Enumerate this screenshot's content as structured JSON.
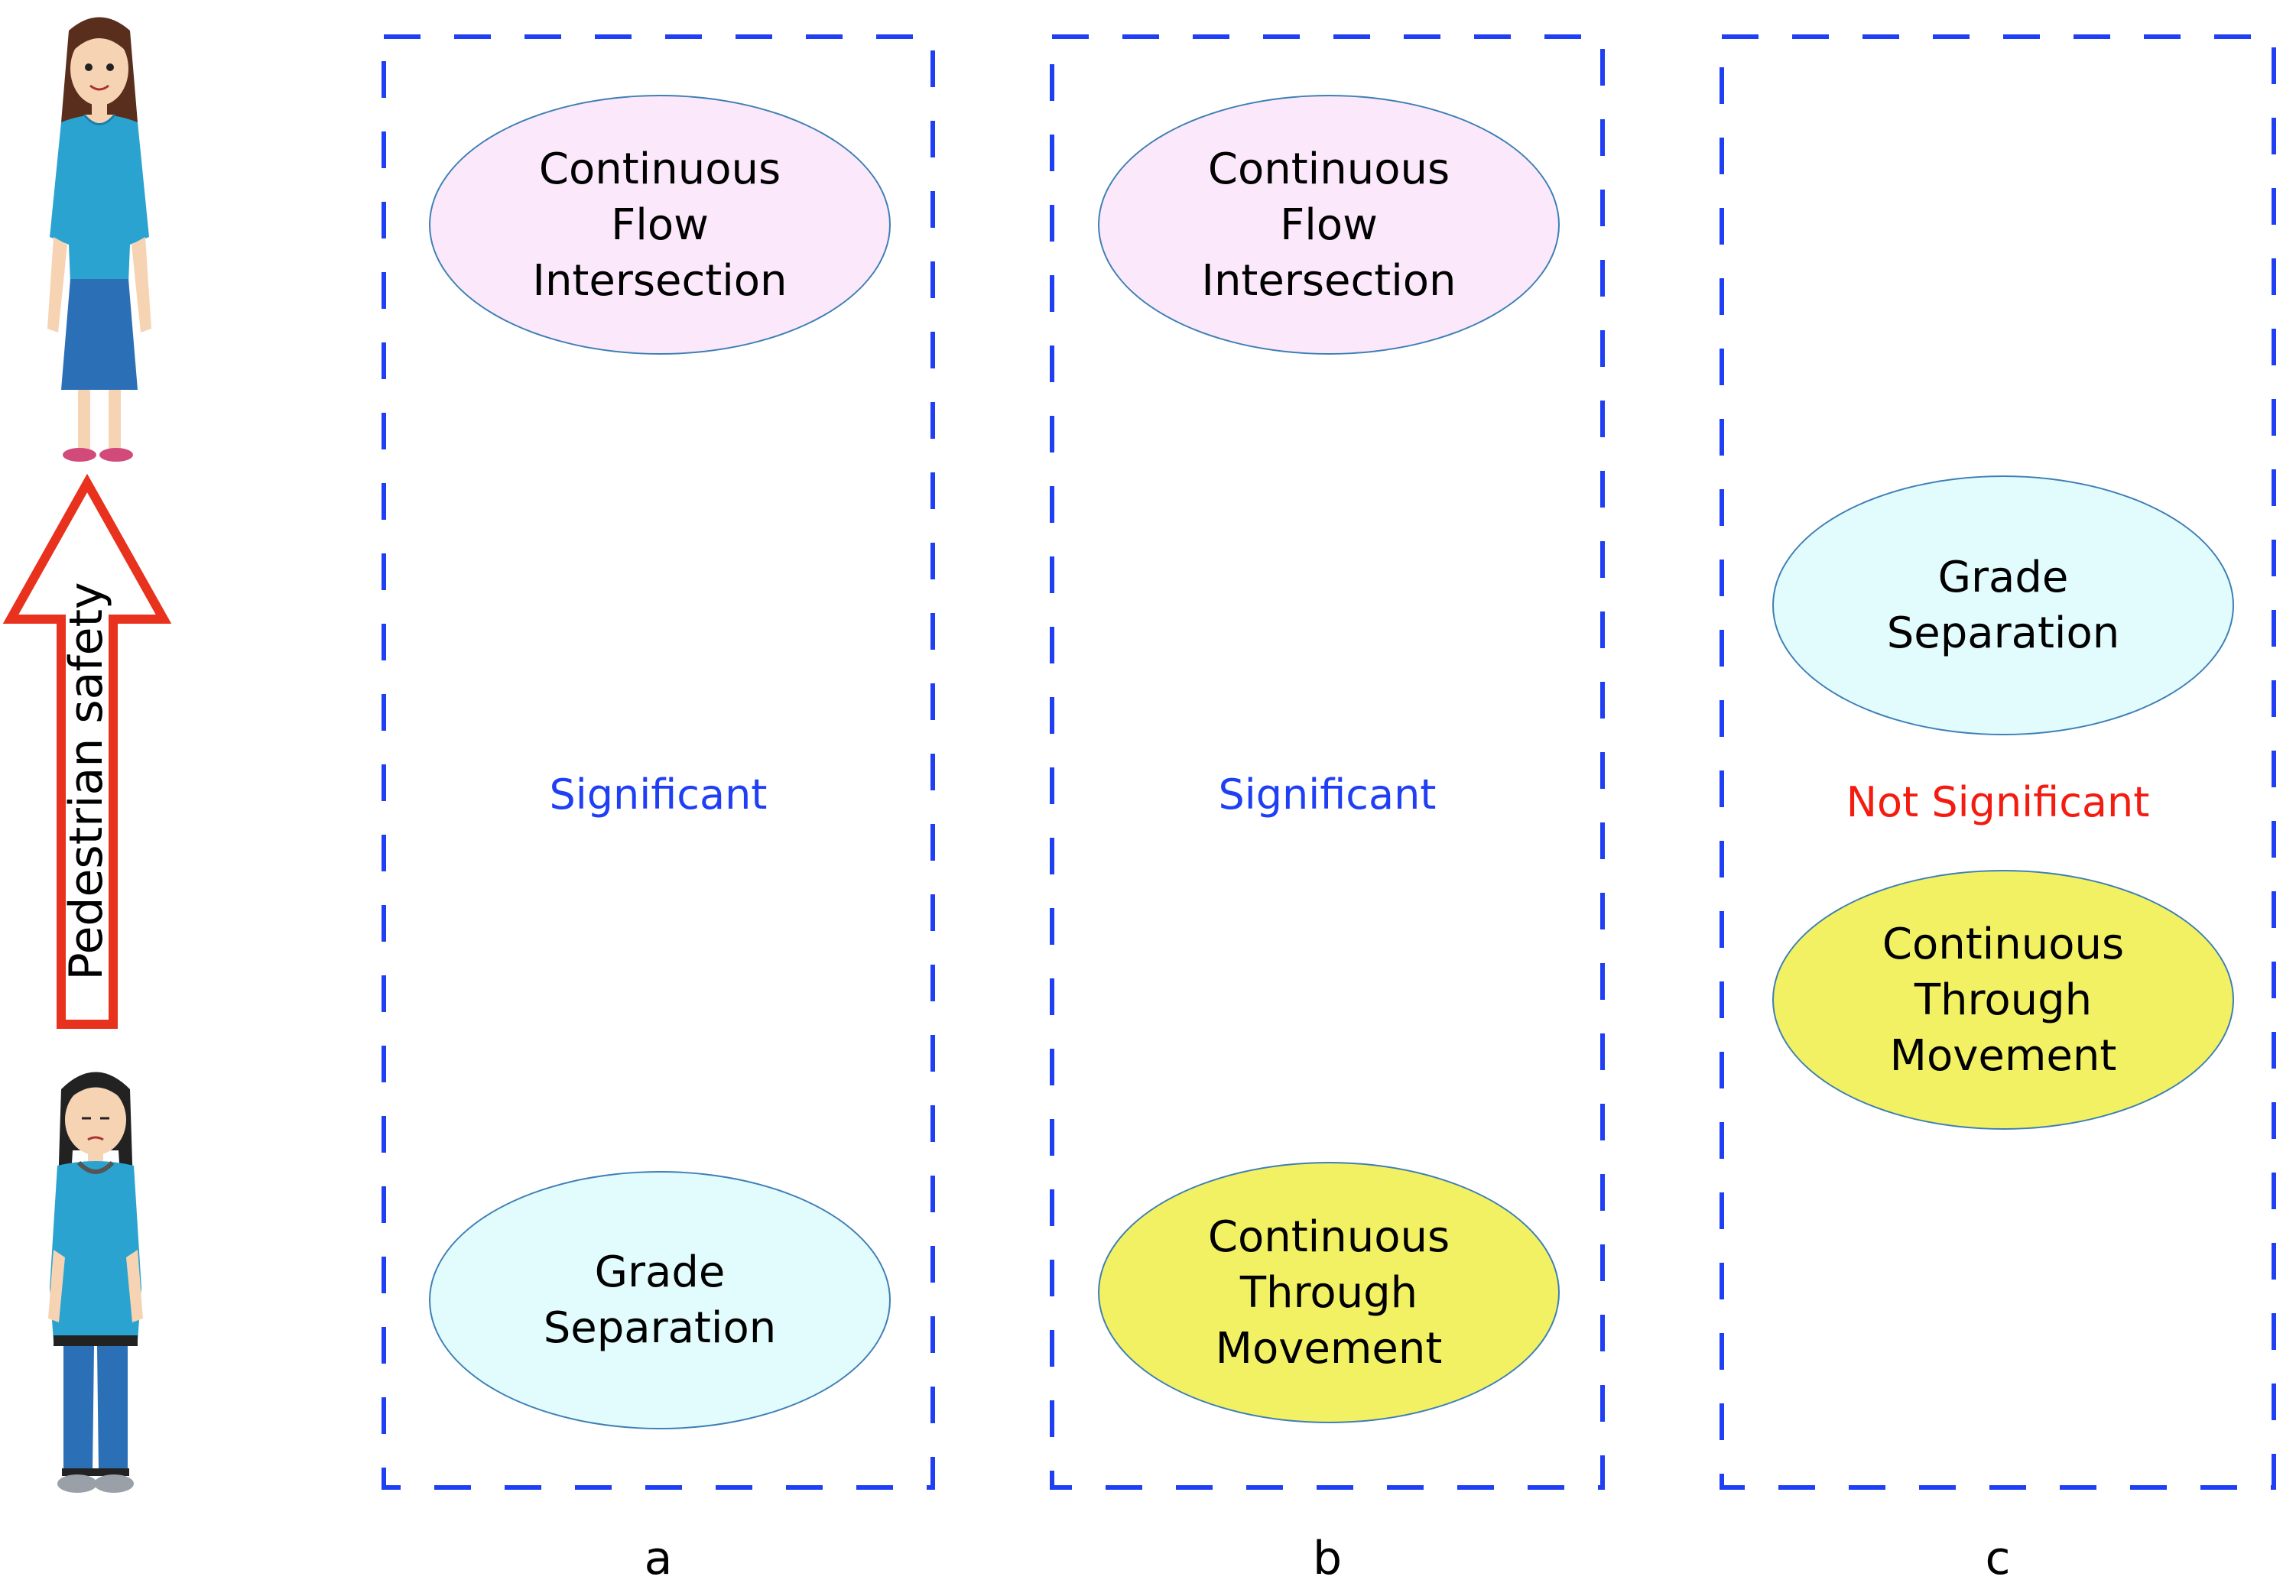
{
  "arrow": {
    "label": "Pedestrian safety",
    "color": "#e8321e"
  },
  "colors": {
    "panel_border": "#1f3ff5",
    "ellipse_border": "#3e7fb5",
    "ellipse_pink": "#fbe9fb",
    "ellipse_cyan": "#e2fbfd",
    "ellipse_yellow": "#f2f163",
    "significant": "#1f3ff5",
    "not_significant": "#f41c10"
  },
  "panels": [
    {
      "label": "a",
      "top_item": "Continuous\nFlow\nIntersection",
      "bottom_item": "Grade\nSeparation",
      "result": "Significant"
    },
    {
      "label": "b",
      "top_item": "Continuous\nFlow\nIntersection",
      "bottom_item": "Continuous\nThrough\nMovement",
      "result": "Significant"
    },
    {
      "label": "c",
      "top_item": "Grade\nSeparation",
      "bottom_item": "Continuous\nThrough\nMovement",
      "result": "Not Significant"
    }
  ],
  "figures": {
    "top": "happy-woman-figure",
    "bottom": "sad-girl-figure"
  }
}
